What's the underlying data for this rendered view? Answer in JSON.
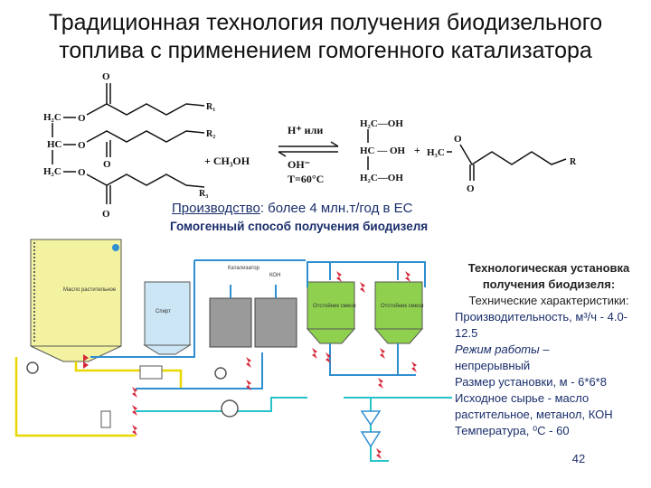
{
  "slide": {
    "title_line1": "Традиционная технология получения биодизельного",
    "title_line2": "топлива с применением гомогенного катализатора",
    "production_label": "Производство",
    "production_text": ": более 4 млн.т/год в ЕС",
    "method": "Гомогенный способ получения биодизеля",
    "page_number": "42"
  },
  "reaction": {
    "h2c_top": "H₂C",
    "hc": "HC",
    "h2c_bottom": "H₂C",
    "o": "O",
    "r1": "R₁",
    "r2": "R₂",
    "r3": "R₃",
    "plus_methanol": "+  CH₃OH",
    "h_plus": "H⁺  или",
    "oh_minus": "OH⁻",
    "temperature": "T=60°C",
    "glycerol_top": "H₂C—OH",
    "glycerol_mid": "HC — OH",
    "glycerol_bottom": "H₂C—OH",
    "plus": "+",
    "h3c": "H₃C",
    "r": "R"
  },
  "plant": {
    "tank_oil": "Масло растительное",
    "tank_spirit": "Спирт",
    "catalyst": "Катализатор",
    "koh": "КОН",
    "settler1": "Отстойник смеси",
    "settler2": "Отстойник смеси"
  },
  "specs": {
    "heading": "Технологическая установка получения биодизеля:",
    "characteristics": "Технические характеристики:",
    "capacity": "Производительность, м³/ч - 4.0-12.5",
    "mode_label": "Режим работы –",
    "mode_value": "непрерывный",
    "size": "Размер установки, м - 6*6*8",
    "feedstock": "Исходное сырье - масло растительное, метанол, КОН",
    "temperature": "Температура, ⁰С - 60"
  },
  "colors": {
    "tank_yellow": "#f2f2a0",
    "tank_blue": "#cde6f5",
    "tank_green": "#8fd14f",
    "pipe_yellow": "#e8d800",
    "pipe_blue": "#2f8fd0",
    "pipe_cyan": "#27c3c9",
    "valve_red": "#d6283a",
    "text_blue": "#1a2e6b"
  }
}
